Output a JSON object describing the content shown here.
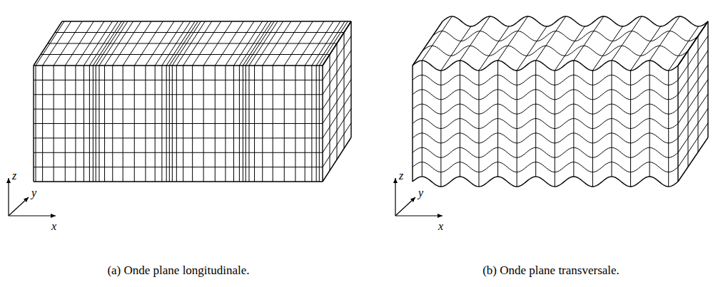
{
  "diagram": {
    "labels": [
      "z",
      "y",
      "x",
      "(a) Onde plane longitudinale.",
      "z",
      "y",
      "x",
      "(b) Onde plane transversale."
    ]
  }
}
